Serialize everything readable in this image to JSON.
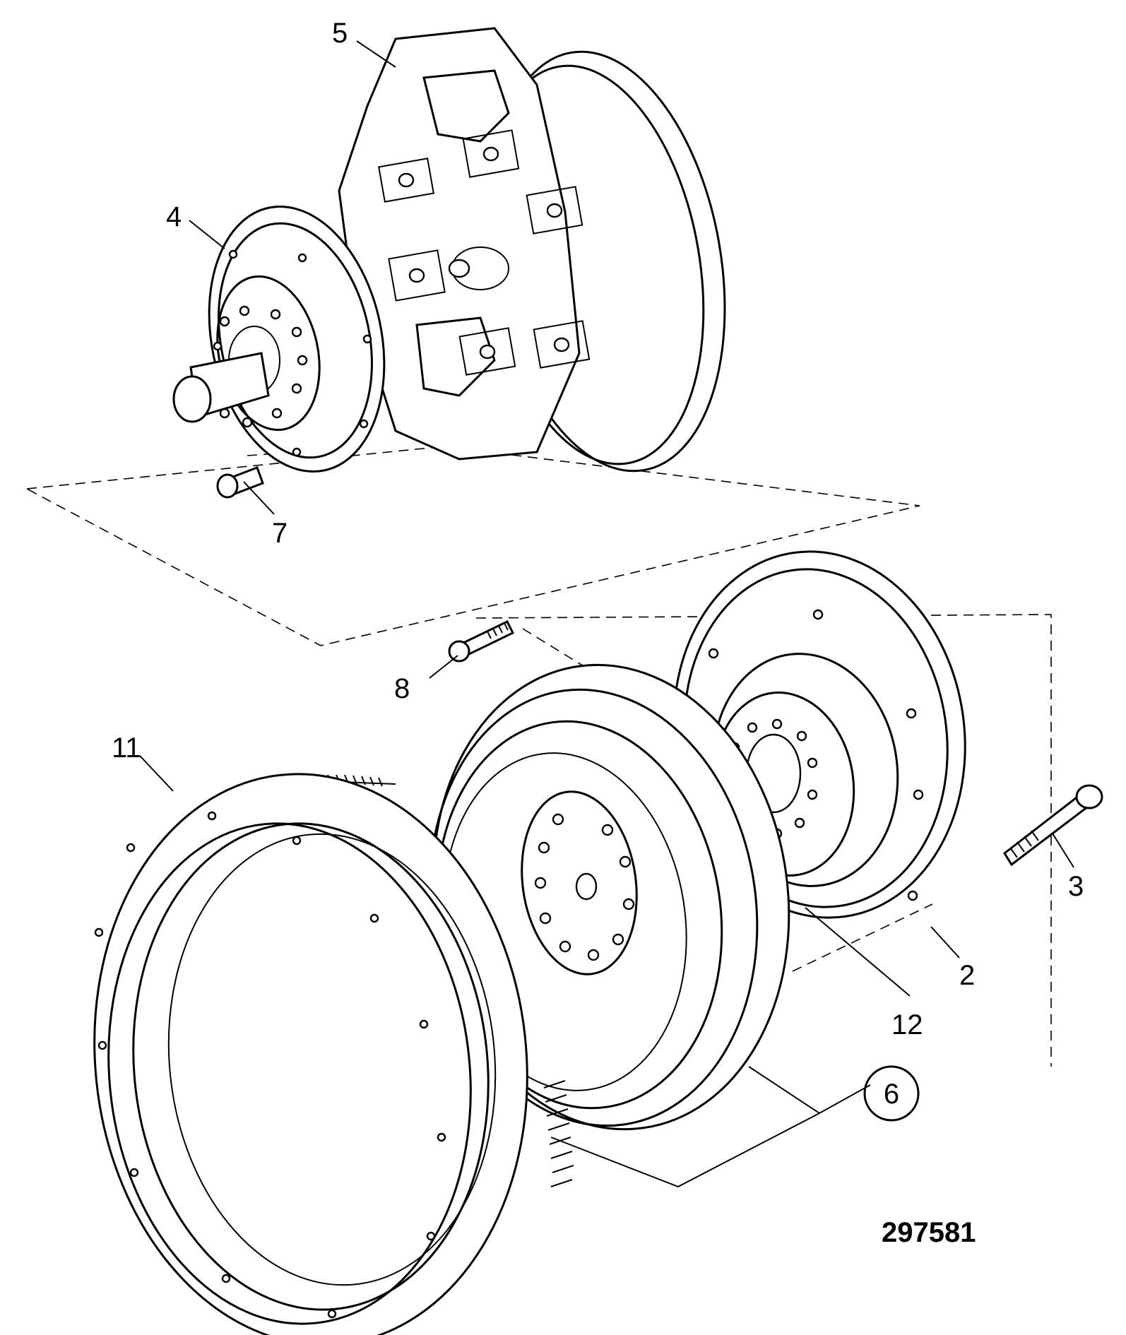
{
  "figure": {
    "reference_number": "297581",
    "callouts": [
      "5",
      "4",
      "7",
      "8",
      "11",
      "3",
      "2",
      "12",
      "6"
    ]
  },
  "colors": {
    "ink": "#000000",
    "paper": "#ffffff"
  }
}
